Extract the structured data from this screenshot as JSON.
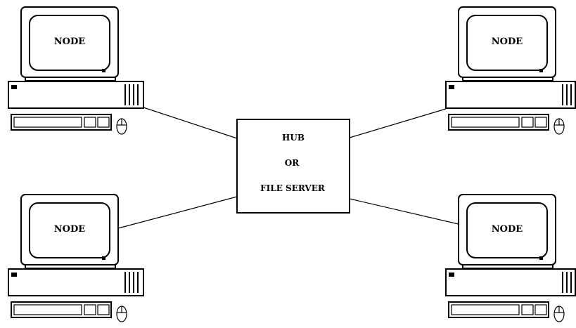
{
  "diagram": {
    "hub": {
      "lines": [
        "HUB",
        "OR",
        "FILE SERVER"
      ]
    },
    "nodes": [
      {
        "id": "top-left",
        "label": "NODE"
      },
      {
        "id": "top-right",
        "label": "NODE"
      },
      {
        "id": "bottom-left",
        "label": "NODE"
      },
      {
        "id": "bottom-right",
        "label": "NODE"
      }
    ]
  }
}
